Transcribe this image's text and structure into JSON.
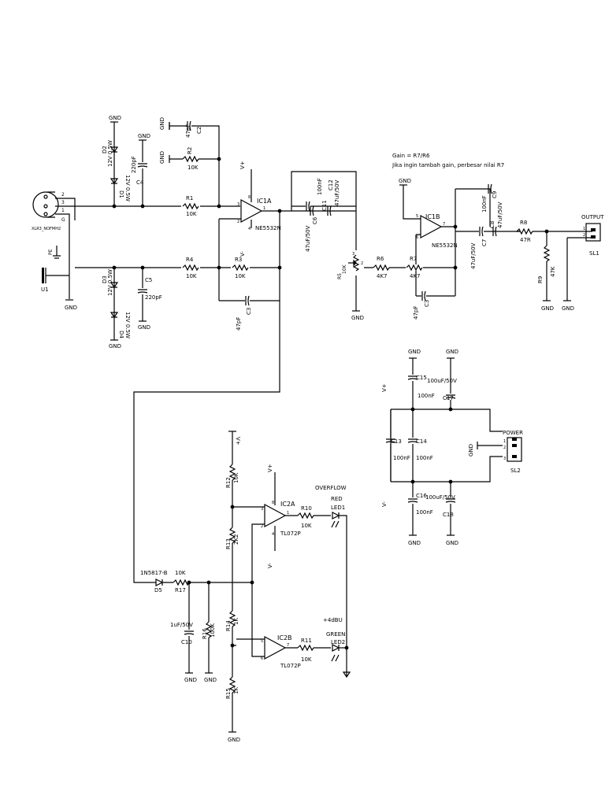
{
  "labels": {
    "gnd": "GND",
    "d2": "D2",
    "d2v": "12V 0.5W",
    "d1": "D1",
    "d1v": "12V 0.5W",
    "d3": "D3",
    "d3v": "12V 0.5W",
    "d4": "D4",
    "d4v": "12V 0.5W",
    "c4": "C4",
    "c4v": "220pF",
    "c5": "C5",
    "c5v": "220pF",
    "c2": "C2",
    "c2v": "47pF",
    "c3": "C3",
    "c3v": "47pF",
    "r1": "R1",
    "r1v": "10K",
    "r2": "R2",
    "r2v": "10K",
    "r3": "R3",
    "r3v": "10K",
    "r4": "R4",
    "r4v": "10K",
    "xlr": "XLR3_NOFMH2",
    "pe": "PE",
    "u1": "U1",
    "ic1a": "IC1A",
    "ic1apart": "NE5532N",
    "ic1b": "IC1B",
    "ic1bpart": "NE5532N",
    "vplus": "V+",
    "vminus": "V-",
    "c11": "C11",
    "c11v": "100nF",
    "c12": "C12",
    "c12v": "47uF/50V",
    "c6": "C6",
    "c6v": "47uF/50V",
    "r5": "R5",
    "r5v": "10K",
    "r6": "R6",
    "r6v": "4K7",
    "r7": "R7",
    "r7v": "4K7",
    "c9": "C9",
    "c9v": "100nF",
    "c8": "C8",
    "c8v": "47uF/50V",
    "c7": "C7",
    "c7v": "47uF/50V",
    "c3b": "C3",
    "c3bv": "47pF",
    "r8": "R8",
    "r8v": "47R",
    "r9": "R9",
    "r9v": "47K",
    "output": "OUTPUT",
    "sl1": "SL1",
    "gain1": "Gain = R7/R6",
    "gain2": "Jika ingin tambah gain, perbesar nilai R7",
    "c15": "C15",
    "c15v": "100nF",
    "c17": "C17",
    "c17v": "100uF/50V",
    "c13": "C13",
    "c13v": "100nF",
    "c14": "C14",
    "c14v": "100nF",
    "c16": "C16",
    "c16v": "100nF",
    "c18": "C18",
    "c18v": "100uF/50V",
    "power": "POWER",
    "sl2": "SL2",
    "r12": "R12",
    "r12v": "10K",
    "r13": "R13",
    "r13v": "2K2",
    "r14": "R14",
    "r14v": "1K",
    "r15": "R15",
    "r15v": "1K",
    "r16": "R16",
    "r16v": "100K",
    "c10": "C10",
    "c10v": "1uF/50V",
    "d5": "D5",
    "d5part": "1N5817-B",
    "r17": "R17",
    "r17v": "10K",
    "ic2a": "IC2A",
    "ic2apart": "TL072P",
    "ic2b": "IC2B",
    "ic2bpart": "TL072P",
    "r10": "R10",
    "r10v": "10K",
    "r11": "R11",
    "r11v": "10K",
    "overflow": "OVERFLOW",
    "red": "RED",
    "led1": "LED1",
    "dbu": "+4dBU",
    "green": "GREEN",
    "led2": "LED2",
    "p1": "1",
    "p2": "2",
    "p3": "3",
    "p4": "4",
    "p5": "5",
    "p6": "6",
    "p7": "7",
    "p8": "8",
    "pg": "G"
  }
}
